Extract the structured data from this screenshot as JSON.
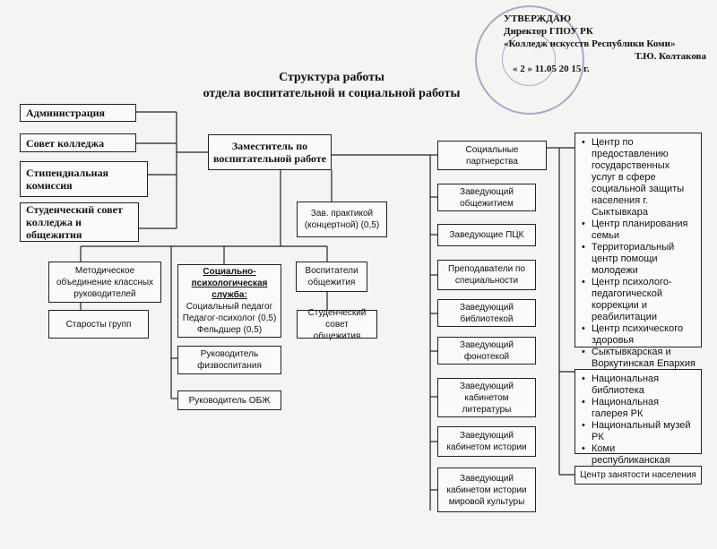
{
  "approval": {
    "line1": "УТВЕРЖДАЮ",
    "line2": "Директор ГПОУ РК",
    "line3": "«Колледж искусств Республики Коми»",
    "line4": "Т.Ю. Колтакова",
    "line5": "« 2 »  11.05                20 15 г."
  },
  "title": {
    "line1": "Структура работы",
    "line2": "отдела воспитательной и социальной работы"
  },
  "left_bodies": [
    "Администрация",
    "Совет колледжа",
    "Стипендиальная комиссия",
    "Студенческий совет колледжа и общежития"
  ],
  "deputy": "Заместитель по воспитательной работе",
  "practice_head": "Зав. практикой (концертной) (0,5)",
  "methodical": "Методическое объединение классных руководителей",
  "group_heads": "Старосты групп",
  "psych_service": {
    "title": "Социально-психологическая служба:",
    "members": [
      "Социальный педагог",
      "Педагог-психолог (0,5)",
      "Фельдшер (0,5)"
    ]
  },
  "dorm_educators": "Воспитатели общежития",
  "student_dorm_council": "Студенческий совет общежития",
  "pe_head": "Руководитель физвоспитания",
  "obzh_head": "Руководитель ОБЖ",
  "right_column": [
    "Социальные партнерства",
    "Заведующий общежитием",
    "Заведующие ПЦК",
    "Преподаватели по специальности",
    "Заведующий библиотекой",
    "Заведующий фонотекой",
    "Заведующий кабинетом литературы",
    "Заведующий кабинетом истории",
    "Заведующий кабинетом истории мировой культуры"
  ],
  "partners_social": [
    "Центр по предоставлению государственных услуг в сфере социальной защиты населения г. Сыктывкара",
    "Центр планирования семьи",
    "Территориальный центр помощи молодежи",
    "Центр психолого-педагогической коррекции и реабилитации",
    "Центр психического здоровья",
    "Сыктывкарская и Воркутинская Епархия"
  ],
  "partners_culture": [
    "Национальная библиотека",
    "Национальная галерея РК",
    "Национальный музей РК",
    "Коми республиканская филармония"
  ],
  "employment_center": "Центр занятости населения",
  "colors": {
    "line": "#222222",
    "background": "#f4f4f2",
    "seal": "#4650a0"
  }
}
